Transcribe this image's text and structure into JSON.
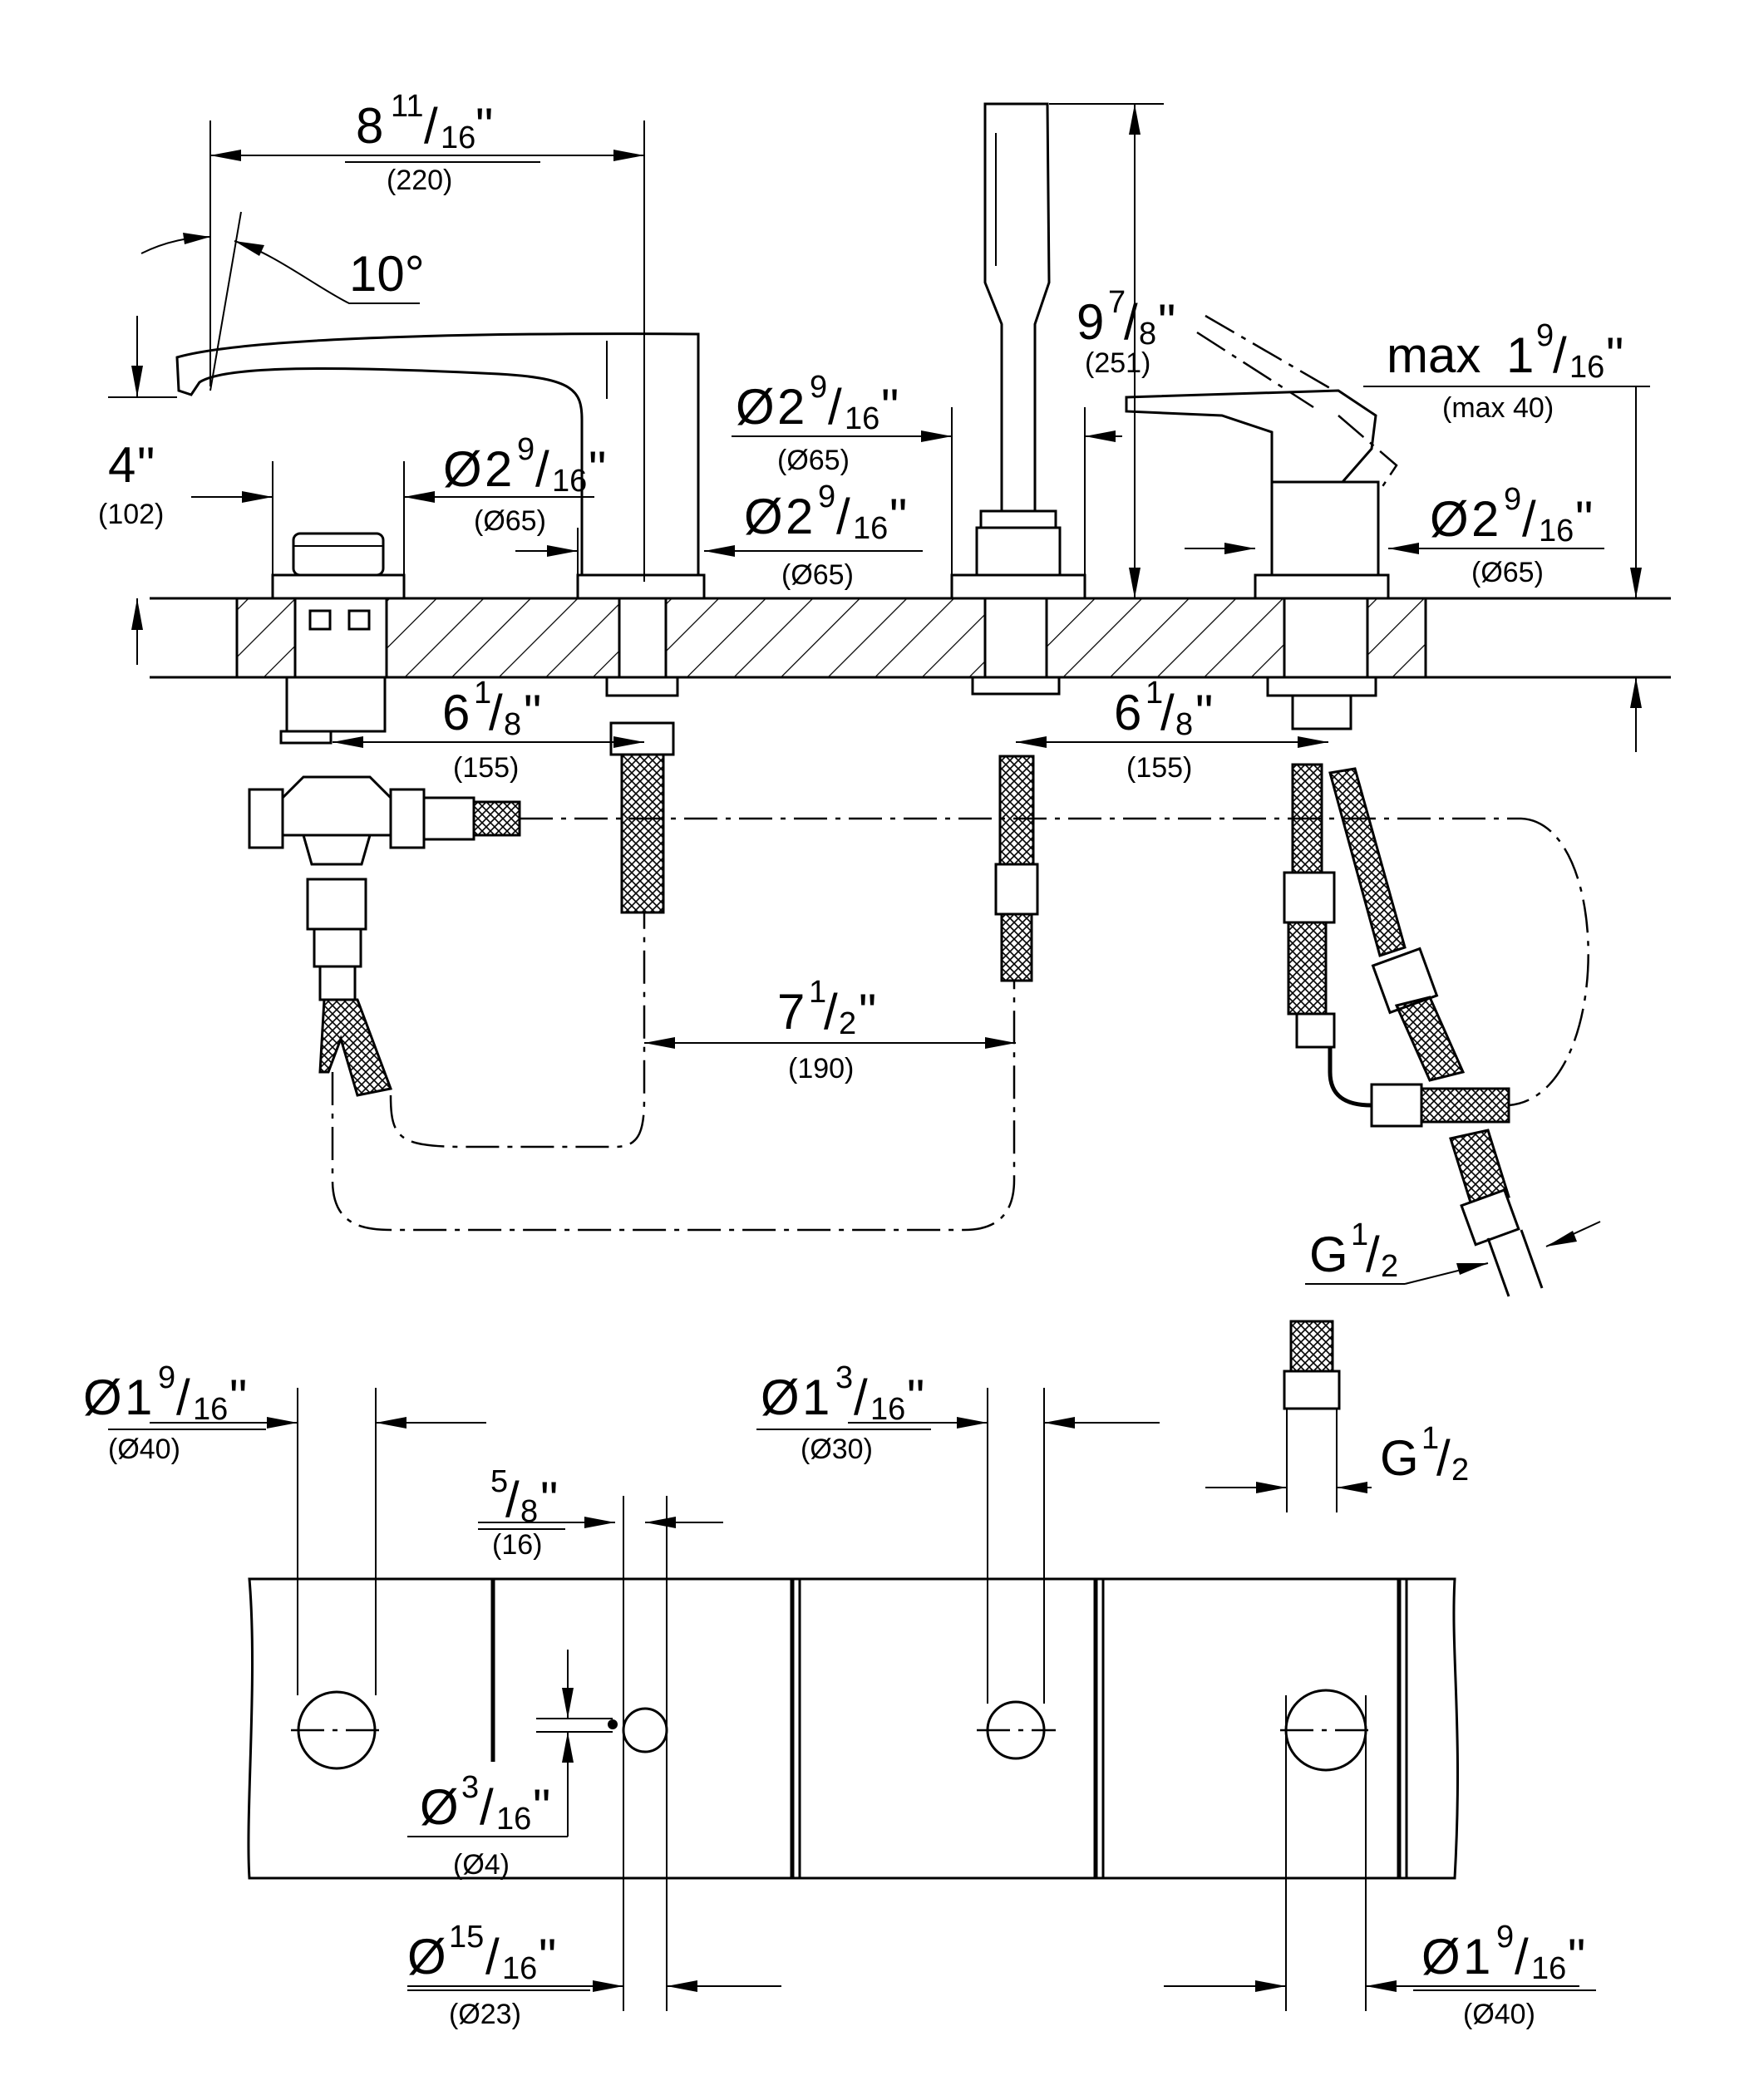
{
  "dims": {
    "spout_length": {
      "whole": "8",
      "num": "11",
      "den": "16",
      "unit": "\"",
      "metric": "(220)"
    },
    "spout_angle": {
      "label": "10°"
    },
    "spout_height": {
      "whole": "4",
      "unit": "\"",
      "metric": "(102)"
    },
    "shower_height": {
      "whole": "9",
      "num": "7",
      "den": "8",
      "unit": "\"",
      "metric": "(251)"
    },
    "lever_max": {
      "prefix": "max",
      "whole": "1",
      "num": "9",
      "den": "16",
      "unit": "\"",
      "metric": "(max 40)"
    },
    "base_left": {
      "prefix": "Ø",
      "whole": "2",
      "num": "9",
      "den": "16",
      "unit": "\"",
      "metric": "(Ø65)"
    },
    "base_spout": {
      "prefix": "Ø",
      "whole": "2",
      "num": "9",
      "den": "16",
      "unit": "\"",
      "metric": "(Ø65)"
    },
    "base_mid_top": {
      "prefix": "Ø",
      "whole": "2",
      "num": "9",
      "den": "16",
      "unit": "\"",
      "metric": "(Ø65)"
    },
    "base_right": {
      "prefix": "Ø",
      "whole": "2",
      "num": "9",
      "den": "16",
      "unit": "\"",
      "metric": "(Ø65)"
    },
    "spacing_left": {
      "whole": "6",
      "num": "1",
      "den": "8",
      "unit": "\"",
      "metric": "(155)"
    },
    "spacing_right": {
      "whole": "6",
      "num": "1",
      "den": "8",
      "unit": "\"",
      "metric": "(155)"
    },
    "spacing_mid": {
      "whole": "7",
      "num": "1",
      "den": "2",
      "unit": "\"",
      "metric": "(190)"
    },
    "thread_top": {
      "prefix": "G",
      "num": "1",
      "den": "2"
    },
    "thread_bottom": {
      "prefix": "G",
      "num": "1",
      "den": "2"
    },
    "hole_left": {
      "prefix": "Ø",
      "whole": "1",
      "num": "9",
      "den": "16",
      "unit": "\"",
      "metric": "(Ø40)"
    },
    "hole_mid": {
      "prefix": "Ø",
      "whole": "1",
      "num": "3",
      "den": "16",
      "unit": "\"",
      "metric": "(Ø30)"
    },
    "hole_small_offset": {
      "num": "5",
      "den": "8",
      "unit": "\"",
      "metric": "(16)"
    },
    "pin_hole": {
      "prefix": "Ø",
      "num": "3",
      "den": "16",
      "unit": "\"",
      "metric": "(Ø4)"
    },
    "hole_small": {
      "prefix": "Ø",
      "num": "15",
      "den": "16",
      "unit": "\"",
      "metric": "(Ø23)"
    },
    "hole_right": {
      "prefix": "Ø",
      "whole": "1",
      "num": "9",
      "den": "16",
      "unit": "\"",
      "metric": "(Ø40)"
    }
  }
}
